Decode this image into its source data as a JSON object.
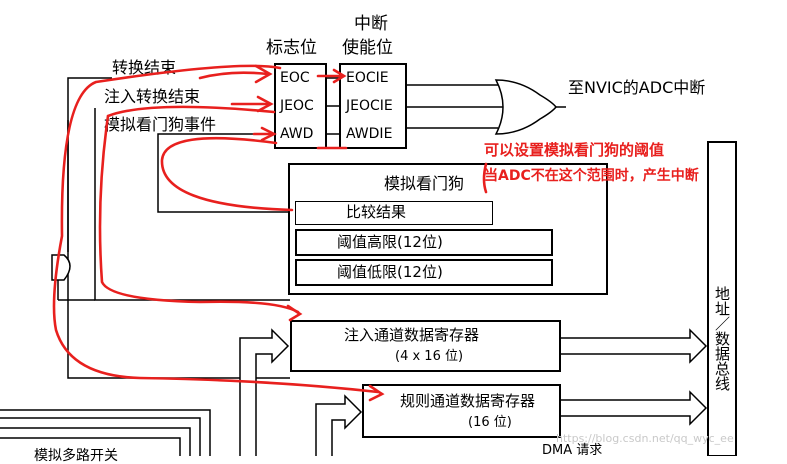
{
  "flag_group": {
    "title": "标志位",
    "items": [
      "EOC",
      "JEOC",
      "AWD"
    ]
  },
  "interrupt_enable_group": {
    "title_line1": "中断",
    "title_line2": "使能位",
    "items": [
      "EOCIE",
      "JEOCIE",
      "AWDIE"
    ]
  },
  "left_labels": {
    "conversion_end": "转换结束",
    "injected_conversion_end": "注入转换结束",
    "analog_watchdog_event": "模拟看门狗事件"
  },
  "nvic_output": "至NVIC的ADC中断",
  "watchdog": {
    "title": "模拟看门狗",
    "compare_result": "比较结果",
    "high_threshold": "阈值高限(12位)",
    "low_threshold": "阈值低限(12位)"
  },
  "annotation": {
    "line1": "可以设置模拟看门狗的阈值",
    "line2": "当ADC不在这个范围时，产生中断"
  },
  "injected_register": {
    "title": "注入通道数据寄存器",
    "size": "(4 x 16 位)"
  },
  "regular_register": {
    "title": "规则通道数据寄存器",
    "size": "(16 位)"
  },
  "bus_label": "地址／数据总线",
  "dma_label": "DMA 请求",
  "bottom_cut_label": "模拟多路开关",
  "watermark": "https://blog.csdn.net/qq_wyc_ee",
  "colors": {
    "red_annotation": "#e8201e",
    "line": "#000000",
    "arrow_fill": "#ffffff"
  }
}
